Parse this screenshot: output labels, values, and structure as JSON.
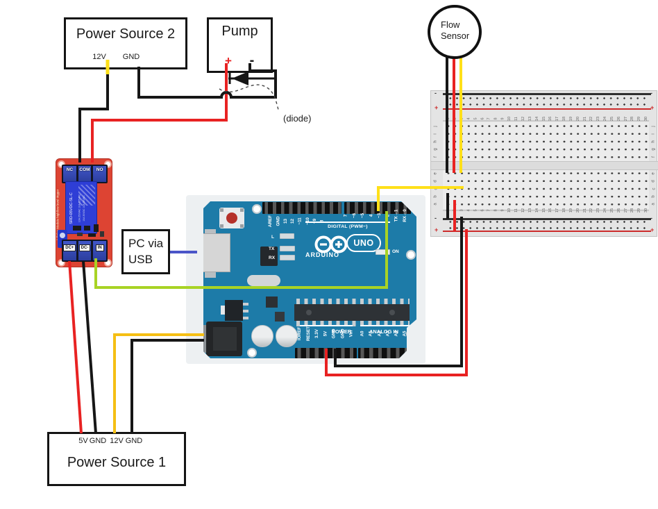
{
  "colors": {
    "wire_red": "#e82222",
    "wire_black": "#161616",
    "wire_yellow": "#ffe019",
    "wire_gold": "#f5bf14",
    "wire_green": "#a8d324",
    "wire_blue": "#4a55c8",
    "arduino_board": "#1d7ba8",
    "relay_pcb": "#dd4433",
    "relay_cube": "#2e3ed6",
    "breadboard": "#e4e4e4",
    "rail_red": "#cc2a2a",
    "rail_black": "#2e2e2e"
  },
  "power_source_2": {
    "title": "Power Source 2",
    "terminal_1": "12V",
    "terminal_2": "GND"
  },
  "pump": {
    "title": "Pump",
    "positive": "+",
    "negative": "-"
  },
  "diode_note": "(diode)",
  "flow_sensor": {
    "line1": "Flow",
    "line2": "Sensor"
  },
  "pc_usb": {
    "line1": "PC via",
    "line2": "USB"
  },
  "power_source_1": {
    "title": "Power Source 1",
    "terminals": [
      "5V",
      "GND",
      "12V",
      "GND"
    ]
  },
  "relay": {
    "top_terminals": [
      "NC",
      "COM",
      "NO"
    ],
    "bottom_terminals": [
      "DC+",
      "DC-",
      "IN"
    ],
    "cube_label": "SRD-05VDC-SL-C",
    "cube_sub1": "10A 250VAC  10A 125VAC",
    "cube_sub2": "10A 30VDC  10A 28VDC",
    "side_label": "1 Relay Module high/low level trigger"
  },
  "arduino": {
    "brand": "ARDUINO",
    "model": "UNO",
    "digital_header_label": "DIGITAL (PWM~)",
    "digital_pins_left": [
      "AREF",
      "GND",
      "13",
      "12",
      "~11",
      "~10",
      "~9",
      "8"
    ],
    "digital_pins_right": [
      "7",
      "~6",
      "~5",
      "4",
      "~3",
      "2",
      "TX→1",
      "RX←0"
    ],
    "led_l": "L",
    "led_tx": "TX",
    "led_rx": "RX",
    "led_on": "ON",
    "power_section_label": "POWER",
    "analog_section_label": "ANALOG IN",
    "power_pins": [
      "IOREF",
      "RESET",
      "3.3V",
      "5V",
      "GND",
      "GND",
      "Vin"
    ],
    "analog_pins": [
      "A0",
      "A1",
      "A2",
      "A3",
      "A4",
      "A5"
    ]
  },
  "breadboard": {
    "column_numbers": [
      1,
      2,
      3,
      4,
      5,
      6,
      7,
      8,
      9,
      10,
      11,
      12,
      13,
      14,
      15,
      16,
      17,
      18,
      19,
      20,
      21,
      22,
      23,
      24,
      25,
      26,
      27,
      28,
      29,
      30
    ],
    "row_letters_top": [
      "j",
      "i",
      "h",
      "g",
      "f"
    ],
    "row_letters_bottom": [
      "e",
      "d",
      "c",
      "b",
      "a"
    ],
    "rail_plus": "+",
    "rail_minus": "-"
  }
}
